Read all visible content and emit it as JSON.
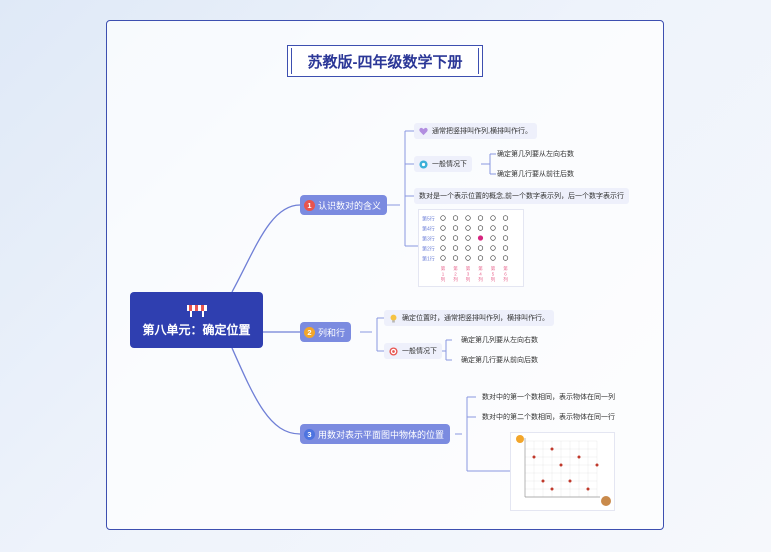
{
  "title": "苏教版-四年级数学下册",
  "root": {
    "label": "第八单元：确定位置",
    "icon": "roadblock-icon"
  },
  "branches": [
    {
      "number": "1",
      "label": "认识数对的含义",
      "color": "#e8544f",
      "children": [
        {
          "text": "通常把竖排叫作列,横排叫作行。",
          "icon": "heart-icon"
        },
        {
          "text": "一般情况下",
          "icon": "pin-icon",
          "children": [
            "确定第几列要从左向右数",
            "确定第几行要从前往后数"
          ]
        },
        {
          "text": "数对是一个表示位置的概念,前一个数字表示列，后一个数字表示行"
        }
      ],
      "grid": {
        "rows": [
          "第5行",
          "第4行",
          "第3行",
          "第2行",
          "第1行"
        ],
        "cols": [
          "第1列",
          "第2列",
          "第3列",
          "第4列",
          "第5列",
          "第6列"
        ],
        "highlight": {
          "col": 4,
          "row": 3
        },
        "row_color": "#6c7fd8",
        "col_color": "#e8628c",
        "highlight_color": "#d6247e"
      }
    },
    {
      "number": "2",
      "label": "列和行",
      "color": "#f3a62a",
      "children": [
        {
          "text": "确定位置时，通常把竖排叫作列，横排叫作行。",
          "icon": "lightbulb-icon"
        },
        {
          "text": "一般情况下",
          "icon": "target-icon",
          "children": [
            "确定第几列要从左向右数",
            "确定第几行要从前向后数"
          ]
        }
      ]
    },
    {
      "number": "3",
      "label": "用数对表示平面图中物体的位置",
      "color": "#4d74e0",
      "children": [
        {
          "text": "数对中的第一个数相同，表示物体在同一列"
        },
        {
          "text": "数对中的第二个数相同，表示物体在同一行"
        }
      ],
      "plane": {
        "axis_color": "#999999",
        "points": [
          {
            "x": 1,
            "y": 5
          },
          {
            "x": 3,
            "y": 6
          },
          {
            "x": 6,
            "y": 5
          },
          {
            "x": 4,
            "y": 4
          },
          {
            "x": 8,
            "y": 4
          },
          {
            "x": 2,
            "y": 2
          },
          {
            "x": 5,
            "y": 2
          },
          {
            "x": 7,
            "y": 1
          },
          {
            "x": 3,
            "y": 1
          }
        ],
        "point_color": "#c0392b"
      }
    }
  ]
}
